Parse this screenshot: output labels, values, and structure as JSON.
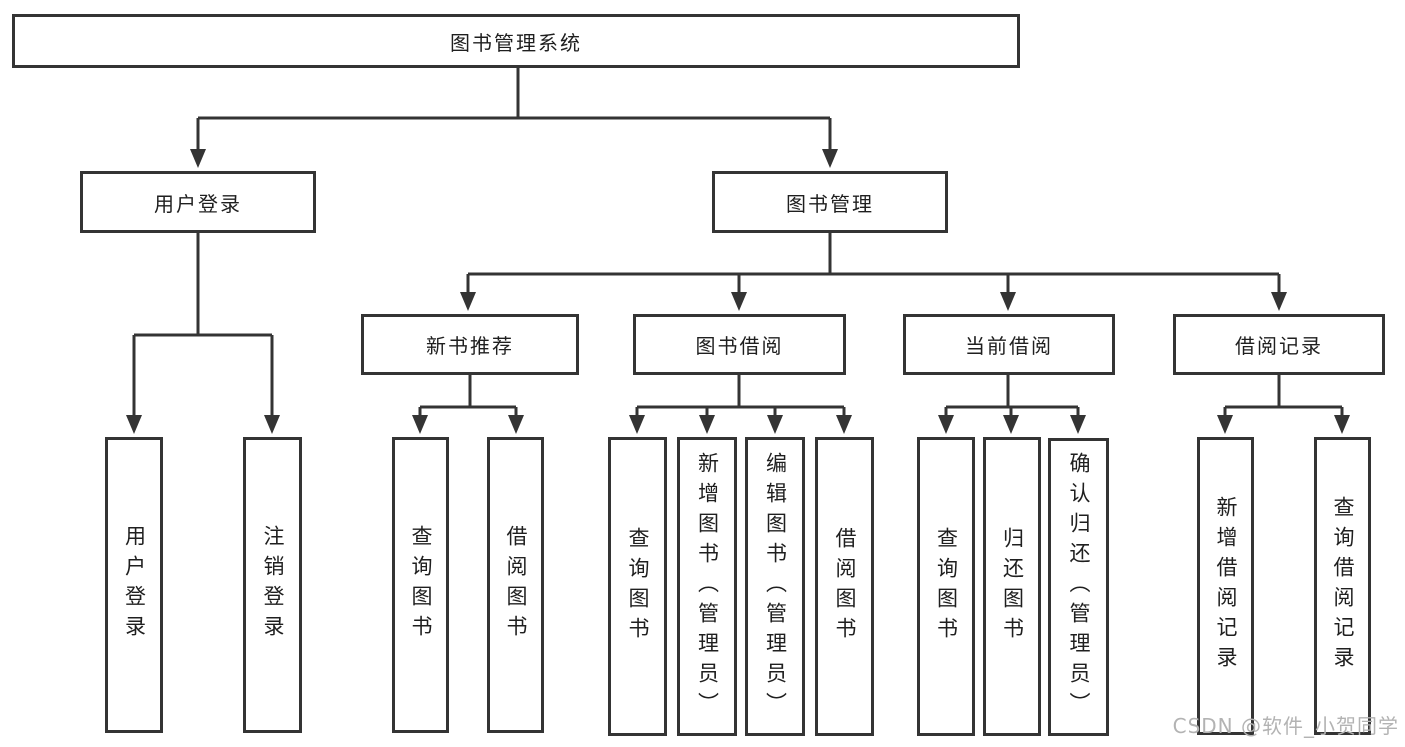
{
  "diagram": {
    "root_label": "图书管理系统",
    "branches": {
      "user": {
        "label": "用户登录",
        "children": [
          "用户登录",
          "注销登录"
        ]
      },
      "book": {
        "label": "图书管理",
        "sections": [
          {
            "label": "新书推荐",
            "children": [
              "查询图书",
              "借阅图书"
            ]
          },
          {
            "label": "图书借阅",
            "children": [
              "查询图书",
              "新增图书（管理员）",
              "编辑图书（管理员）",
              "借阅图书"
            ]
          },
          {
            "label": "当前借阅",
            "children": [
              "查询图书",
              "归还图书",
              "确认归还（管理员）"
            ]
          },
          {
            "label": "借阅记录",
            "children": [
              "新增借阅记录",
              "查询借阅记录"
            ]
          }
        ]
      }
    }
  },
  "watermark": "CSDN @软件_小贺同学",
  "colors": {
    "line": "#343434",
    "box_border": "#343434",
    "box_fill": "#ffffff",
    "text": "#1f1f1f",
    "watermark": "#b3b3b3",
    "background": "#ffffff"
  }
}
